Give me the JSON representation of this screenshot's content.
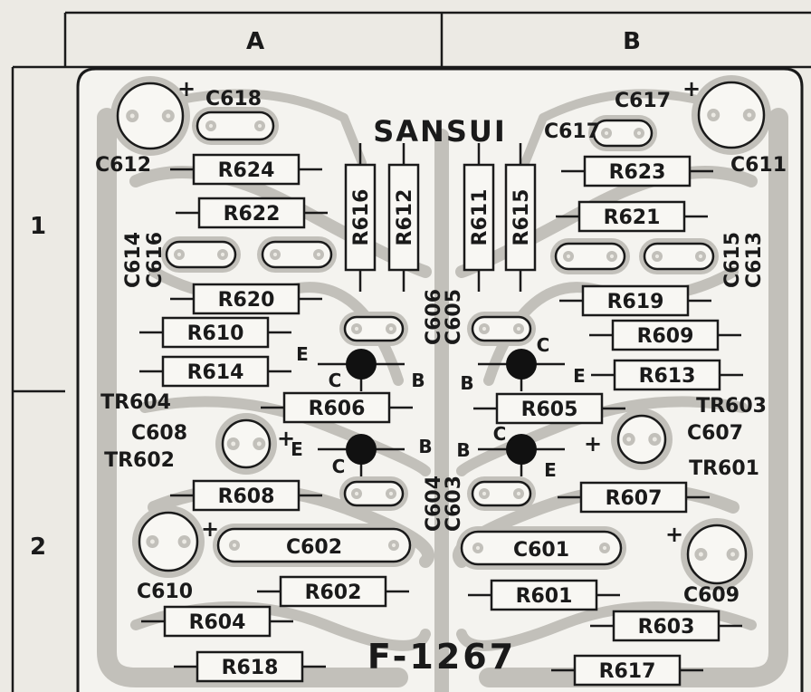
{
  "grid": {
    "columns": [
      "A",
      "B"
    ],
    "rows": [
      "1",
      "2"
    ]
  },
  "board": {
    "brand": "SANSUI",
    "part_number": "F-1267"
  },
  "resistors": [
    {
      "label": "R624"
    },
    {
      "label": "R622"
    },
    {
      "label": "R620"
    },
    {
      "label": "R610"
    },
    {
      "label": "R614"
    },
    {
      "label": "R606"
    },
    {
      "label": "R608"
    },
    {
      "label": "R602"
    },
    {
      "label": "R604"
    },
    {
      "label": "R618"
    },
    {
      "label": "R623"
    },
    {
      "label": "R621"
    },
    {
      "label": "R619"
    },
    {
      "label": "R609"
    },
    {
      "label": "R613"
    },
    {
      "label": "R605"
    },
    {
      "label": "R607"
    },
    {
      "label": "R601"
    },
    {
      "label": "R603"
    },
    {
      "label": "R617"
    },
    {
      "label": "R616"
    },
    {
      "label": "R612"
    },
    {
      "label": "R611"
    },
    {
      "label": "R615"
    }
  ],
  "capacitors": [
    {
      "label": "C618"
    },
    {
      "label": "C612"
    },
    {
      "label": "C617"
    },
    {
      "label": "C617"
    },
    {
      "label": "C611"
    },
    {
      "label": "C614"
    },
    {
      "label": "C616"
    },
    {
      "label": "C615"
    },
    {
      "label": "C613"
    },
    {
      "label": "C606"
    },
    {
      "label": "C605"
    },
    {
      "label": "C608"
    },
    {
      "label": "C607"
    },
    {
      "label": "C604"
    },
    {
      "label": "C603"
    },
    {
      "label": "C602"
    },
    {
      "label": "C601"
    },
    {
      "label": "C610"
    },
    {
      "label": "C609"
    }
  ],
  "transistors": [
    {
      "label": "TR604"
    },
    {
      "label": "TR602"
    },
    {
      "label": "TR603"
    },
    {
      "label": "TR601"
    }
  ],
  "pins": {
    "emitter": "E",
    "base": "B",
    "collector": "C"
  },
  "polarity_mark": "+",
  "colors": {
    "ink": "#1a1a1a",
    "trace": "#c2c0ba",
    "paper": "#eceae4",
    "body": "#f8f7f3"
  }
}
